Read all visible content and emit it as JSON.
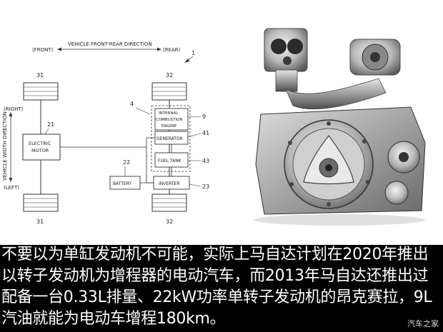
{
  "diagram": {
    "direction_front_rear": "VEHICLE FRONT-REAR DIRECTION",
    "front": "(FRONT)",
    "rear": "(REAR)",
    "right": "(RIGHT)",
    "left": "(LEFT)",
    "width_direction": "VEHICLE WIDTH DIRECTION",
    "ref_vehicle": "1",
    "ref_unit": "4",
    "wheel_front_top": "31",
    "wheel_front_bottom": "31",
    "wheel_rear_top": "32",
    "wheel_rear_bottom": "32",
    "motor_ref": "21",
    "motor_label_1": "ELECTRIC",
    "motor_label_2": "MOTOR",
    "engine_ref": "9",
    "engine_label_1": "INTERNAL",
    "engine_label_2": "COMBUSTION",
    "engine_label_3": "ENGINE",
    "generator_ref": "41",
    "generator_label": "GENERATOR",
    "fuel_tank_ref": "43",
    "fuel_tank_label": "FUEL TANK",
    "battery_ref": "22",
    "battery_label": "BATTERY",
    "inverter_ref": "23",
    "inverter_label": "INVERTER"
  },
  "caption": {
    "line1": "不要以为单缸发动机不可能，实际上马自达计划在2020年推出",
    "line2": "以转子发动机为增程器的电动汽车，而2013年马自达还推出过",
    "line3": "配备一台0.33L排量、22kW功率单转子发动机的昂克赛拉，9L",
    "line4": "汽油就能为电动车增程180km。"
  },
  "watermark": "汽车之家"
}
